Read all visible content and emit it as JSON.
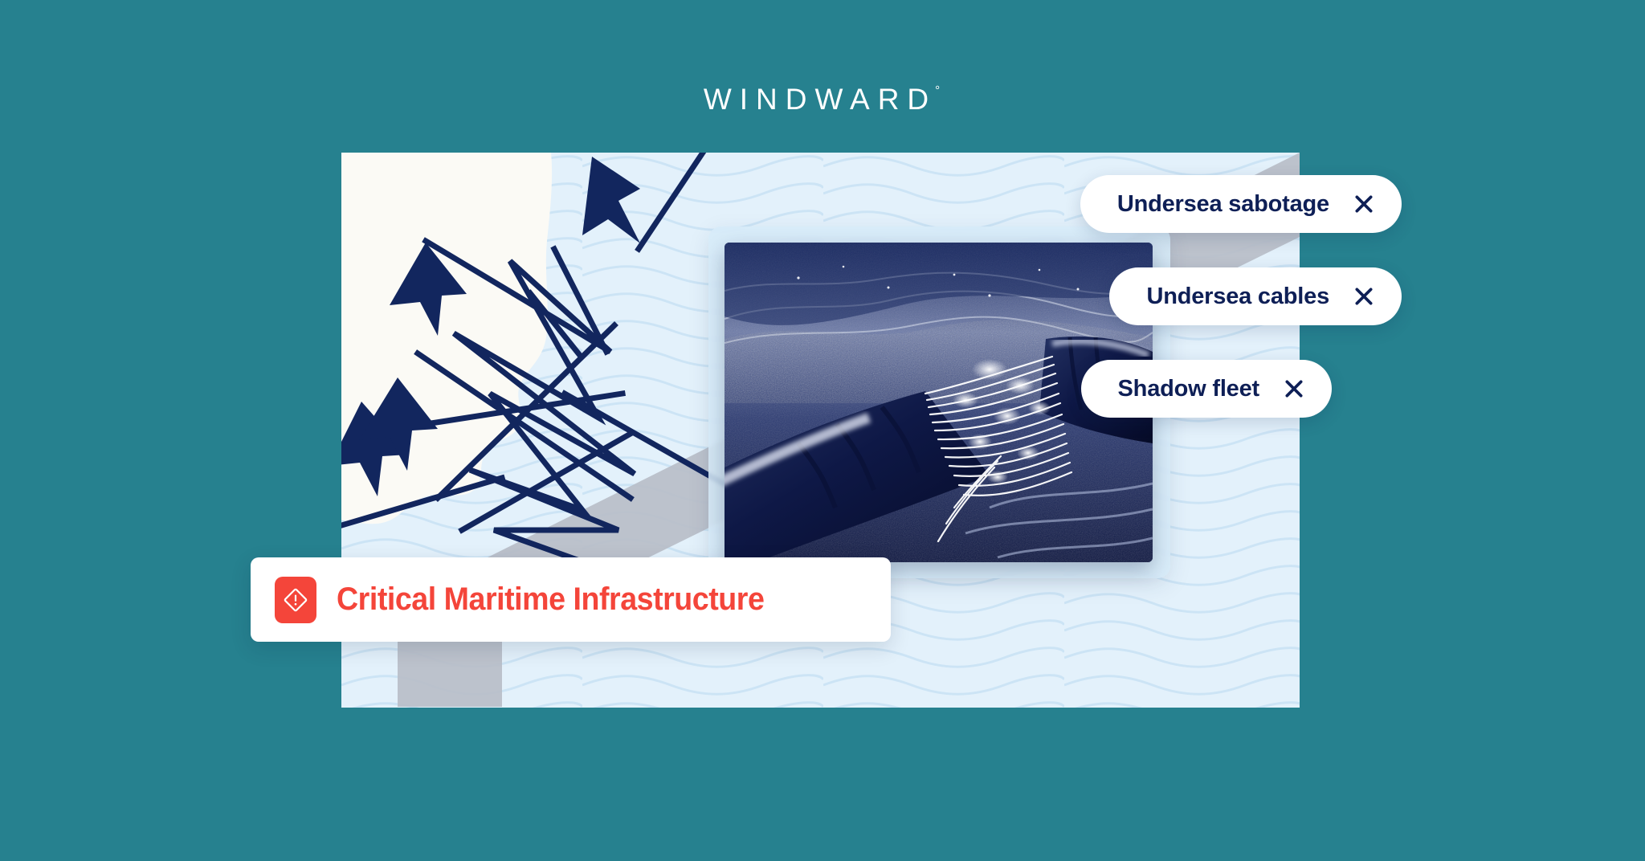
{
  "background_color": "#26818f",
  "brand": {
    "name": "WINDWARD",
    "degree_mark": "°"
  },
  "map": {
    "water_color": "#e3f1fb",
    "land_color": "#fbfaf5",
    "corridor_color": "#b9bec8",
    "track_color": "#12265e",
    "vessel_markers": 3,
    "description": "maritime map with coastline, undersea cable corridor and vessel tracks"
  },
  "photo": {
    "alt": "severed undersea fiber optic cable on seabed",
    "frame_color": "#d6eaf8",
    "duotone_dark": "#16245c",
    "duotone_light": "#ffffff"
  },
  "pills": [
    {
      "label": "Undersea sabotage",
      "close_icon": "close-icon"
    },
    {
      "label": "Undersea cables",
      "close_icon": "close-icon"
    },
    {
      "label": "Shadow fleet",
      "close_icon": "close-icon"
    }
  ],
  "alert": {
    "label": "Critical Maritime Infrastructure",
    "icon": "alert-diamond-icon",
    "accent_color": "#f4453a"
  }
}
